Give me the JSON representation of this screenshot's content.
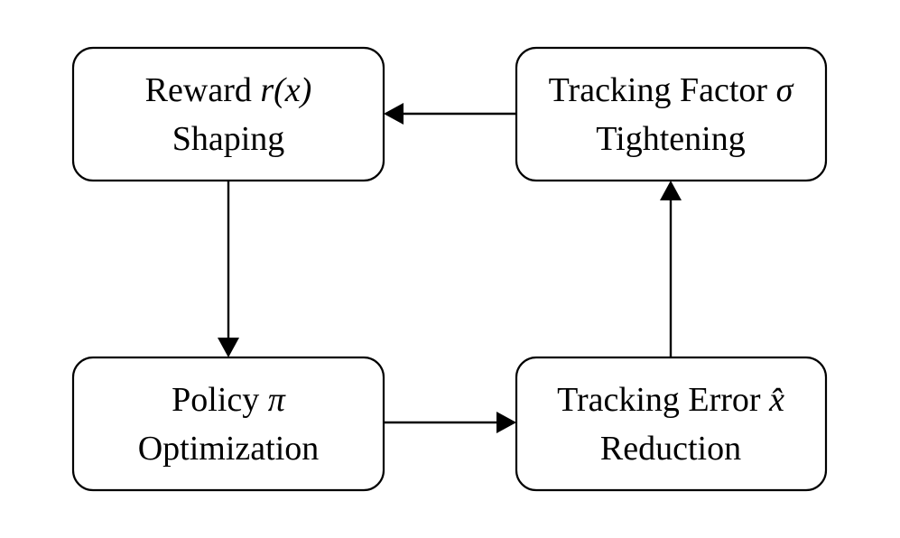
{
  "diagram": {
    "nodes": {
      "reward_shaping": {
        "line1_text": "Reward ",
        "line1_math": "r(x)",
        "line2_text": "Shaping"
      },
      "tracking_factor": {
        "line1_text": "Tracking Factor ",
        "line1_math": "σ",
        "line2_text": "Tightening"
      },
      "policy_optimization": {
        "line1_text": "Policy  ",
        "line1_math": "π",
        "line2_text": "Optimization"
      },
      "tracking_error": {
        "line1_text": "Tracking Error ",
        "line1_math": "x̂",
        "line2_text": "Reduction"
      }
    },
    "edges": [
      {
        "from": "reward_shaping",
        "to": "policy_optimization"
      },
      {
        "from": "policy_optimization",
        "to": "tracking_error"
      },
      {
        "from": "tracking_error",
        "to": "tracking_factor"
      },
      {
        "from": "tracking_factor",
        "to": "reward_shaping"
      }
    ]
  }
}
